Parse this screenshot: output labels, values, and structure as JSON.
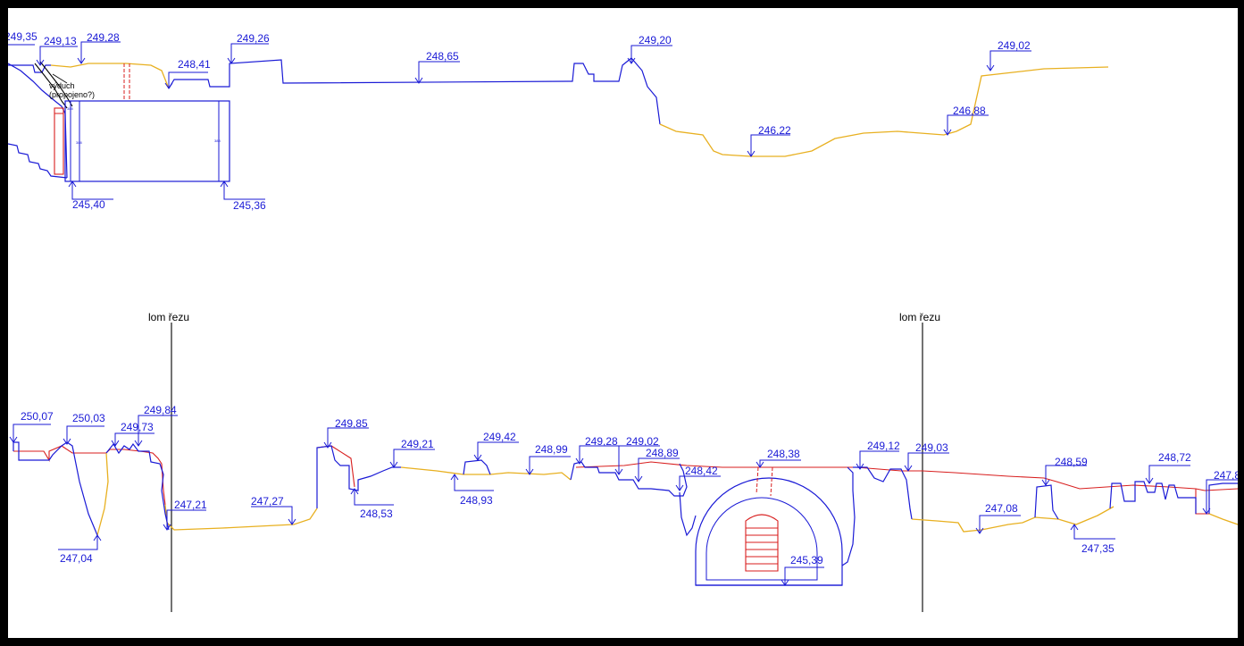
{
  "colors": {
    "frame": "#000000",
    "background": "#ffffff",
    "structure": "#1a1ad6",
    "terrain": "#e8b020",
    "section": "#d81e1e",
    "cut_line": "#000000"
  },
  "top_profile": {
    "elevations": [
      "249,35",
      "249,13",
      "249,28",
      "248,41",
      "249,26",
      "248,65",
      "249,20",
      "249,02",
      "246,88",
      "246,22",
      "245,40",
      "245,36"
    ],
    "note_line1": "výduch",
    "note_line2": "(propojeno?)",
    "cellar_dims": [
      "388",
      "388",
      "388"
    ]
  },
  "bottom_profile": {
    "cut_labels": [
      "lom  řezu",
      "lom  řezu"
    ],
    "elevations": [
      "250,07",
      "250,03",
      "249,84",
      "249,73",
      "247,04",
      "247,21",
      "247,27",
      "249,85",
      "248,53",
      "249,21",
      "248,93",
      "249,42",
      "248,99",
      "249,28",
      "249,02",
      "248,89",
      "248,42",
      "248,38",
      "245,39",
      "249,12",
      "249,03",
      "247,08",
      "248,59",
      "247,35",
      "248,72",
      "247,8"
    ]
  }
}
